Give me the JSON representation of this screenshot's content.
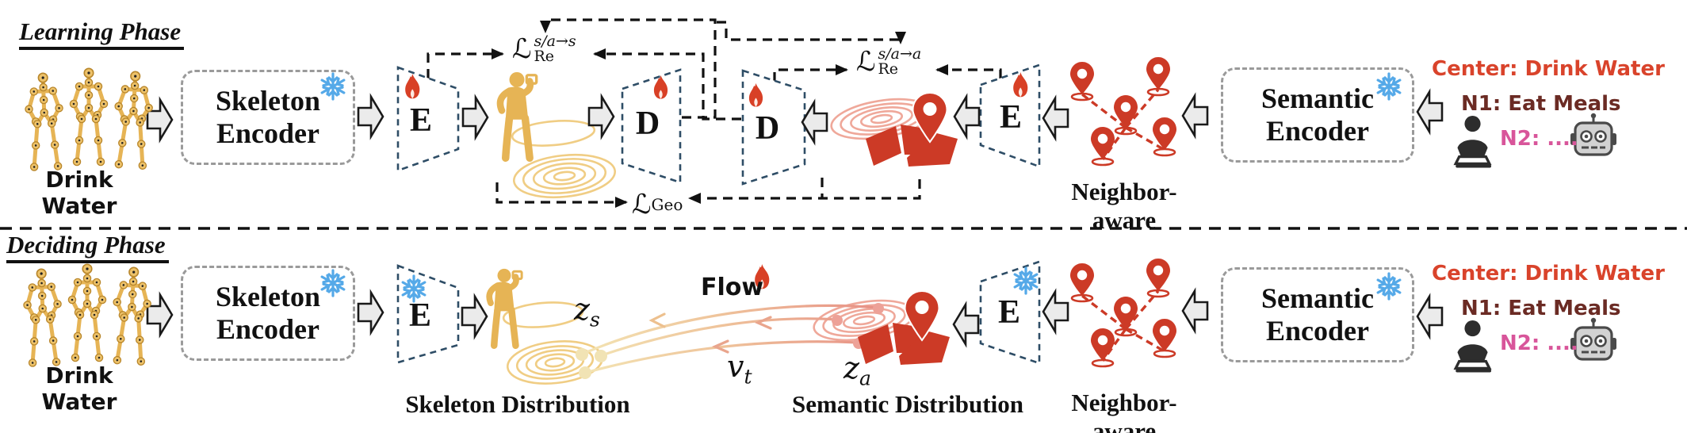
{
  "figure": {
    "phase1_title": "Learning Phase",
    "phase2_title": "Deciding Phase"
  },
  "blocks": {
    "skeleton_encoder_line1": "Skeleton",
    "skeleton_encoder_line2": "Encoder",
    "semantic_encoder_line1": "Semantic",
    "semantic_encoder_line2": "Encoder",
    "encoder_letter": "E",
    "decoder_letter": "D"
  },
  "labels": {
    "skeleton_input": "Drink Water",
    "neighbor_aware": "Neighbor-aware",
    "skeleton_distribution": "Skeleton Distribution",
    "semantic_distribution": "Semantic Distribution",
    "flow": "Flow"
  },
  "math": {
    "script_L": "ℒ",
    "re_sub": "Re",
    "geo_sub": "Geo",
    "recon_s_sup": "s/a→s",
    "recon_a_sup": "s/a→a",
    "z": "z",
    "s": "s",
    "a": "a",
    "v": "v",
    "t": "t"
  },
  "prompt": {
    "center": "Center: Drink Water",
    "n1": "N1: Eat Meals",
    "n2": "N2: ...."
  },
  "icons": {
    "snowflake": "frozen module",
    "fire": "trainable module",
    "location_pin": "action node",
    "robot": "LLM assistant",
    "user": "human annotator",
    "skeleton": "pose skeleton sequence",
    "person_drinking": "skeleton latent sample",
    "folded_map": "semantic latent sample",
    "block_arrow": "data flow"
  },
  "colors": {
    "gold": "#e6b455",
    "light_gold": "#f0cd84",
    "red": "#cc3a26",
    "light_red": "#efa89a",
    "snowflake_blue": "#55a9e8",
    "flame_red": "#d84026",
    "center_text": "#d9432b",
    "n1_text": "#6b2b24",
    "n2_text": "#d8559a",
    "arrow_fill": "#ebebeb",
    "box_border": "#9a9a9a",
    "trapezoid_border": "#2e4d66"
  }
}
